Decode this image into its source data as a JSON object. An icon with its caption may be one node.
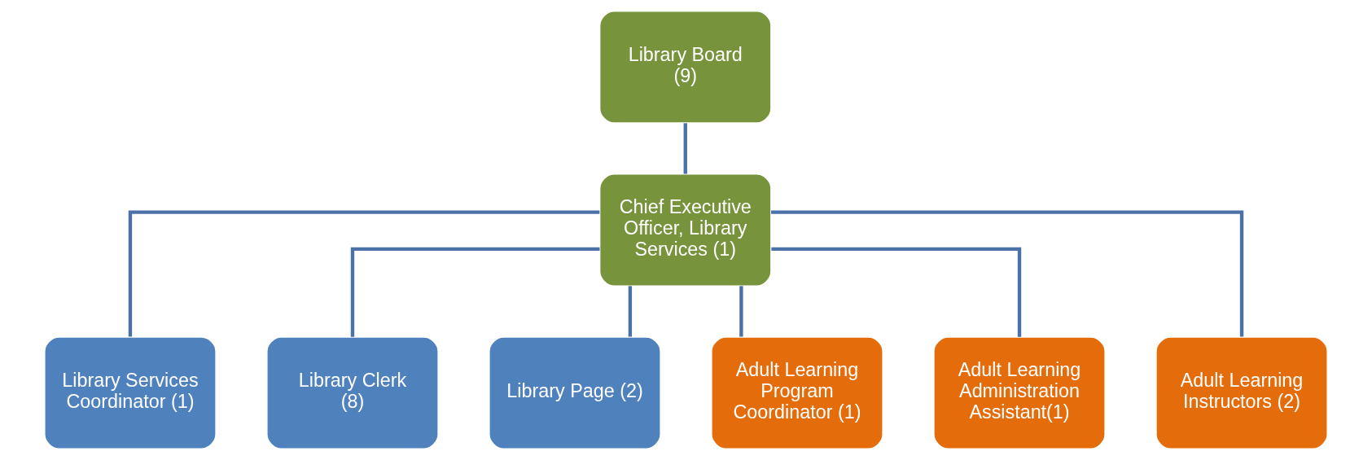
{
  "diagram": {
    "nodes": [
      {
        "text": [
          "Library Board (9)"
        ]
      },
      {
        "text": [
          "Chief Executive Officer, Library Services (1)"
        ]
      },
      {
        "text": [
          "Library Services Coordinator (1)"
        ]
      },
      {
        "text": [
          "Library Clerk (8)"
        ]
      },
      {
        "text": [
          "Library Page (2)"
        ]
      },
      {
        "text": [
          "Adult Learning Program Coordinator (1)"
        ]
      },
      {
        "text": [
          "Adult Learning Administration Assistant(1)"
        ]
      },
      {
        "text": [
          "Adult Learning Instructors (2)"
        ]
      }
    ],
    "edges": [
      {
        "from": 0,
        "to": 1,
        "arrow": "none"
      },
      {
        "from": 1,
        "to": 2,
        "arrow": "none"
      },
      {
        "from": 1,
        "to": 3,
        "arrow": "none"
      },
      {
        "from": 1,
        "to": 4,
        "arrow": "none"
      },
      {
        "from": 1,
        "to": 5,
        "arrow": "none"
      },
      {
        "from": 1,
        "to": 6,
        "arrow": "none"
      },
      {
        "from": 1,
        "to": 7,
        "arrow": "none"
      }
    ]
  }
}
